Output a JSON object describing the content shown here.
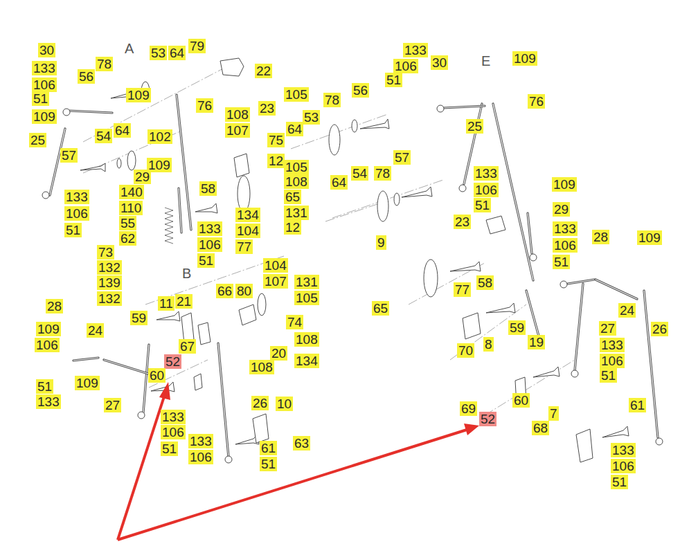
{
  "diagram": {
    "labels": [
      "A",
      "30",
      "53",
      "64",
      "79",
      "133",
      "78",
      "133",
      "106",
      "30",
      "E",
      "109",
      "22",
      "56",
      "106",
      "51",
      "51",
      "109",
      "105",
      "56",
      "78",
      "76",
      "76",
      "23",
      "108",
      "109",
      "53",
      "25",
      "64",
      "107",
      "64",
      "54",
      "102",
      "25",
      "75",
      "57",
      "57",
      "12",
      "109",
      "105",
      "133",
      "54",
      "78",
      "29",
      "64",
      "108",
      "109",
      "58",
      "106",
      "140",
      "133",
      "65",
      "51",
      "110",
      "29",
      "131",
      "106",
      "134",
      "23",
      "55",
      "12",
      "133",
      "133",
      "51",
      "104",
      "28",
      "109",
      "62",
      "9",
      "106",
      "106",
      "77",
      "73",
      "51",
      "51",
      "104",
      "132",
      "B",
      "107",
      "131",
      "58",
      "139",
      "77",
      "66",
      "80",
      "132",
      "105",
      "11",
      "21",
      "28",
      "65",
      "24",
      "59",
      "74",
      "59",
      "27",
      "26",
      "109",
      "24",
      "108",
      "19",
      "8",
      "133",
      "106",
      "67",
      "70",
      "20",
      "106",
      "134",
      "52",
      "108",
      "51",
      "60",
      "109",
      "51",
      "60",
      "133",
      "26",
      "10",
      "27",
      "61",
      "69",
      "7",
      "133",
      "52",
      "68",
      "106",
      "133",
      "63",
      "61",
      "51",
      "133",
      "106",
      "51",
      "106",
      "51"
    ]
  }
}
